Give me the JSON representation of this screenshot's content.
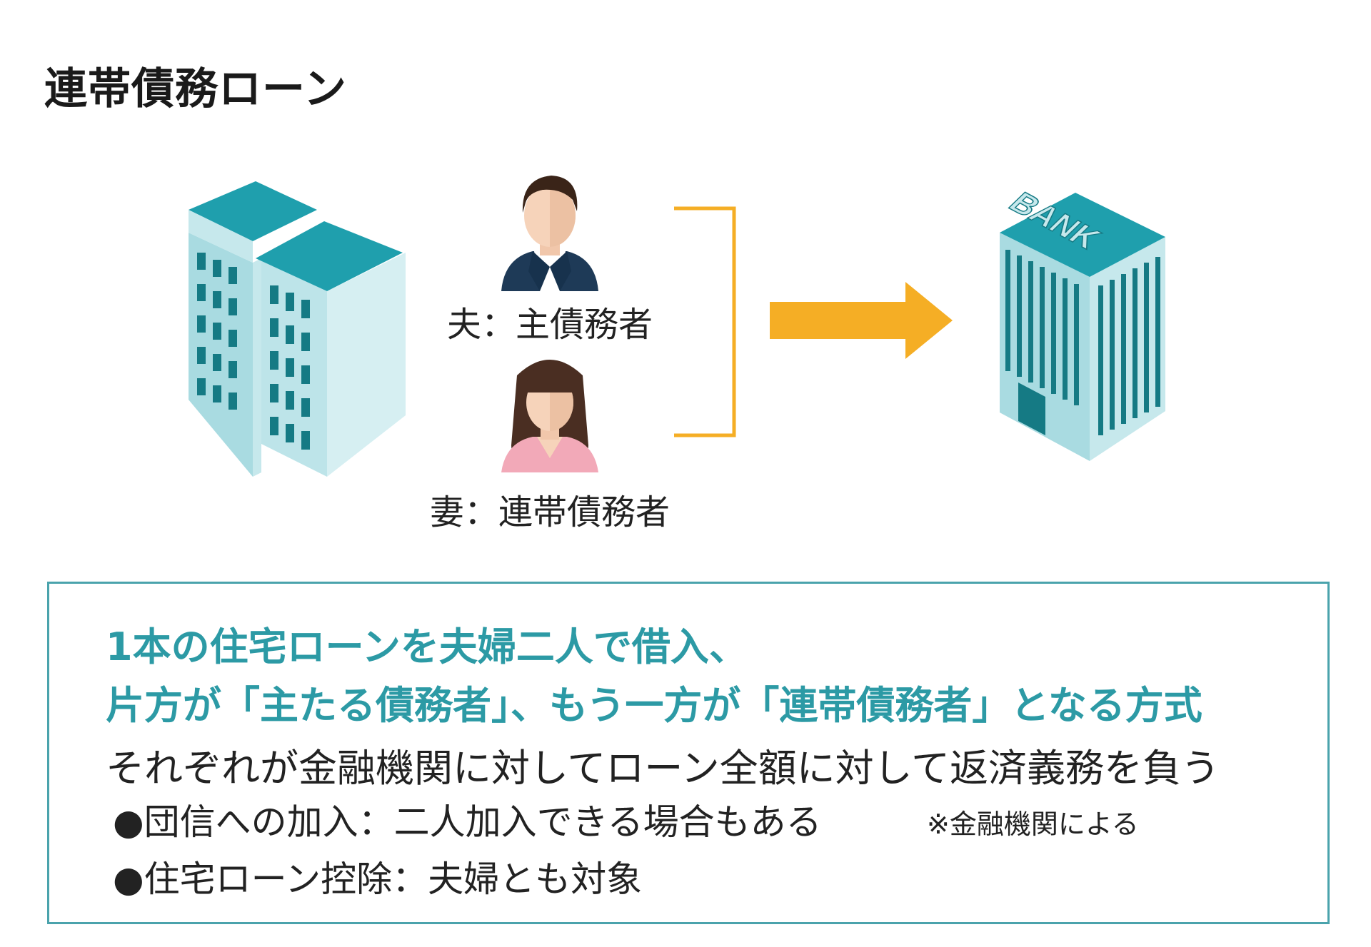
{
  "title": "連帯債務ローン",
  "people": {
    "husband_label": "夫：主債務者",
    "wife_label": "妻：連帯債務者"
  },
  "bank_sign": "BANK",
  "colors": {
    "teal_roof": "#1f9fad",
    "building_light": "#a9dbe1",
    "building_side": "#c6e8ec",
    "window": "#157a84",
    "arrow": "#f5ae25",
    "highlight_text": "#2c9aa5",
    "box_border": "#4aa3ac"
  },
  "info": {
    "headline_line1": "1本の住宅ローンを夫婦二人で借入、",
    "headline_line2": "片方が「主たる債務者」、もう一方が「連帯債務者」となる方式",
    "description": "それぞれが金融機関に対してローン全額に対して返済義務を負う",
    "bullets": [
      "●団信への加入：二人加入できる場合もある",
      "●住宅ローン控除：夫婦とも対象"
    ],
    "note": "※金融機関による"
  }
}
